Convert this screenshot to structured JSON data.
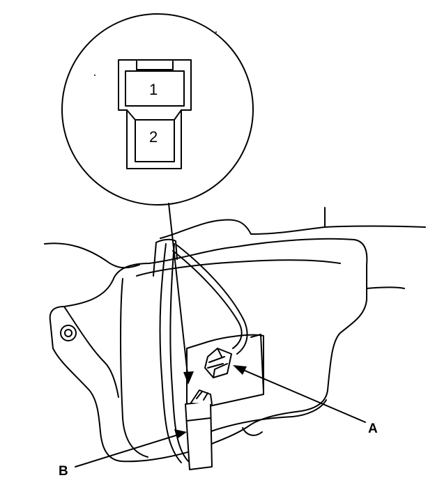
{
  "connector": {
    "pin_1": "1",
    "pin_2": "2"
  },
  "callouts": {
    "a": "A",
    "b": "B"
  },
  "colors": {
    "line": "#000000",
    "background": "#ffffff"
  }
}
